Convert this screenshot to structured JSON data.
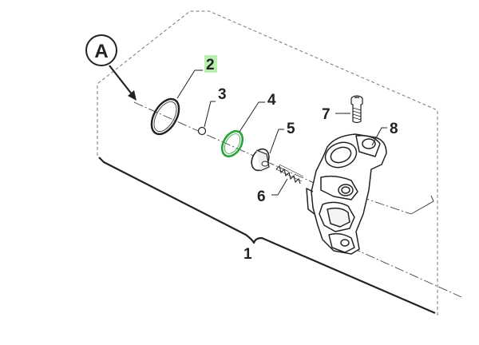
{
  "diagram": {
    "callouts": {
      "assembly": "1",
      "oring_large": "2",
      "ball": "3",
      "oring_green": "4",
      "valve_disc": "5",
      "spring": "6",
      "screw": "7",
      "housing": "8",
      "view_marker": "A"
    },
    "colors": {
      "line": "#222222",
      "accent_green": "#2aa33a",
      "highlight": "#b9f0b0"
    }
  }
}
